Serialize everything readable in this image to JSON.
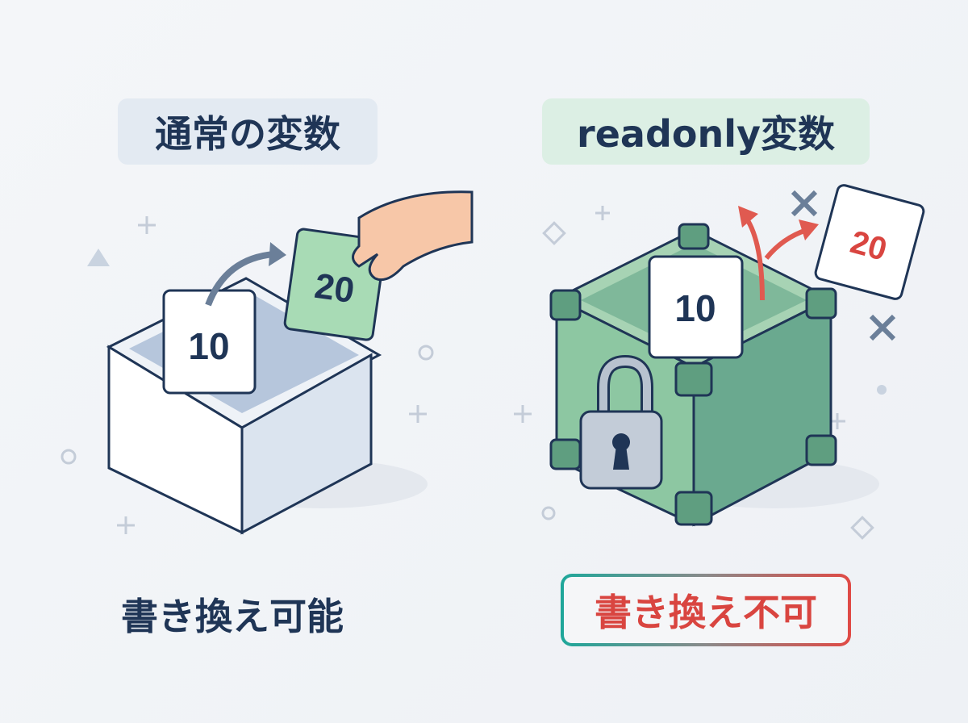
{
  "left_panel": {
    "title": "通常の変数",
    "old_value": "10",
    "new_value": "20",
    "caption": "書き換え可能"
  },
  "right_panel": {
    "title": "readonly変数",
    "stored_value": "10",
    "rejected_value": "20",
    "caption": "書き換え不可"
  },
  "colors": {
    "navy": "#1f3556",
    "green": "#7fc49a",
    "red": "#d94540",
    "teal": "#1ea79a"
  }
}
